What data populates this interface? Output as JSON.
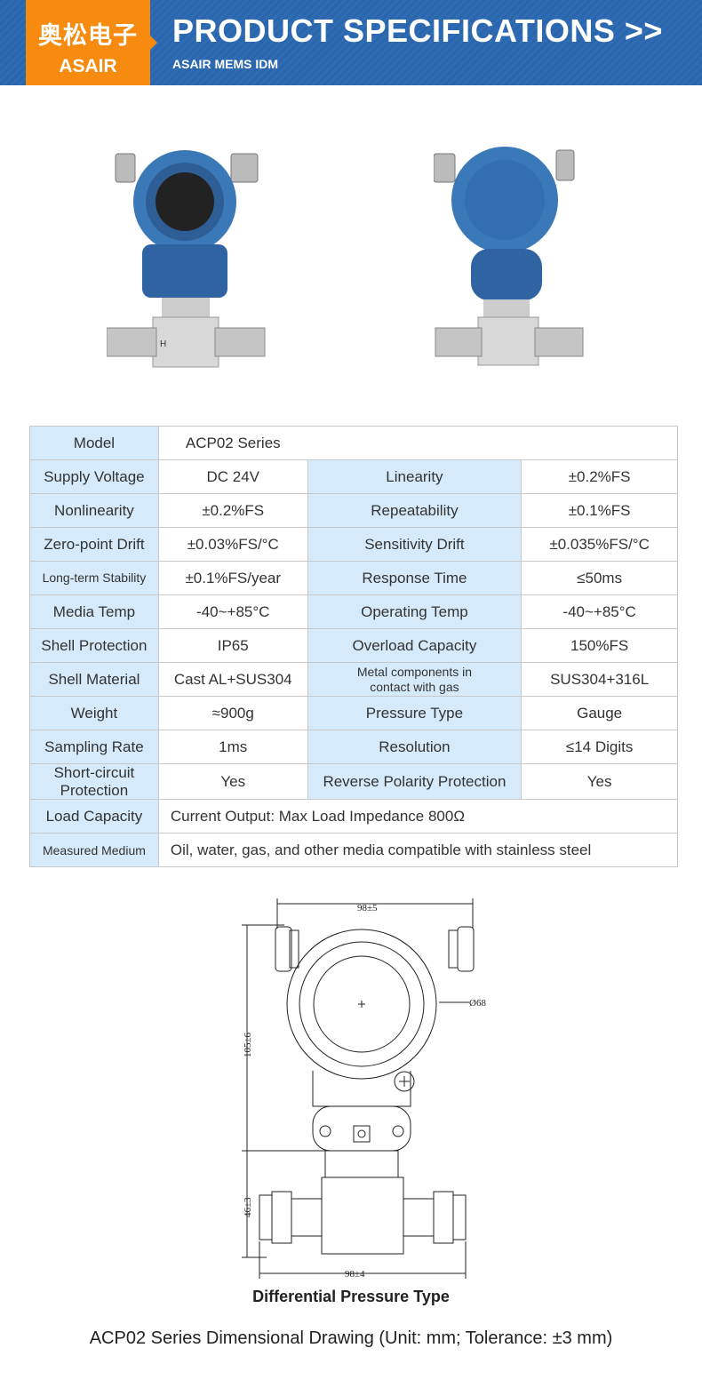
{
  "header": {
    "brand_cn": "奥松电子",
    "brand_en": "ASAIR",
    "title": "PRODUCT SPECIFICATIONS >>",
    "subtitle": "ASAIR MEMS IDM"
  },
  "colors": {
    "banner": "#2f6cb3",
    "logo": "#f68b0f",
    "header_cell": "#d5ebfb"
  },
  "specs": {
    "model_label": "Model",
    "model_value": "ACP02 Series",
    "rows": [
      [
        "Supply Voltage",
        "DC 24V",
        "Linearity",
        "±0.2%FS"
      ],
      [
        "Nonlinearity",
        "±0.2%FS",
        "Repeatability",
        "±0.1%FS"
      ],
      [
        "Zero-point Drift",
        "±0.03%FS/°C",
        "Sensitivity Drift",
        "±0.035%FS/°C"
      ],
      [
        "Long-term Stability",
        "±0.1%FS/year",
        "Response Time",
        "≤50ms"
      ],
      [
        "Media Temp",
        "-40~+85°C",
        "Operating Temp",
        "-40~+85°C"
      ],
      [
        "Shell Protection",
        "IP65",
        "Overload Capacity",
        "150%FS"
      ],
      [
        "Shell Material",
        "Cast AL+SUS304",
        "Metal components in contact with gas",
        "SUS304+316L"
      ],
      [
        "Weight",
        "≈900g",
        "Pressure Type",
        "Gauge"
      ],
      [
        "Sampling Rate",
        "1ms",
        "Resolution",
        "≤14 Digits"
      ],
      [
        "Short-circuit Protection",
        "Yes",
        "Reverse Polarity Protection",
        "Yes"
      ]
    ],
    "load_label": "Load Capacity",
    "load_value": "Current Output: Max Load Impedance 800Ω",
    "medium_label": "Measured Medium",
    "medium_value": "Oil, water, gas, and other media compatible with stainless steel"
  },
  "drawing": {
    "width_top": "98±5",
    "diameter": "Ø68",
    "height_top": "105±6",
    "height_bottom": "46±3",
    "width_bottom": "98±4",
    "side_marker": "H"
  },
  "captions": {
    "type": "Differential Pressure Type",
    "drawing": "ACP02 Series Dimensional Drawing (Unit: mm; Tolerance: ±3 mm)"
  }
}
